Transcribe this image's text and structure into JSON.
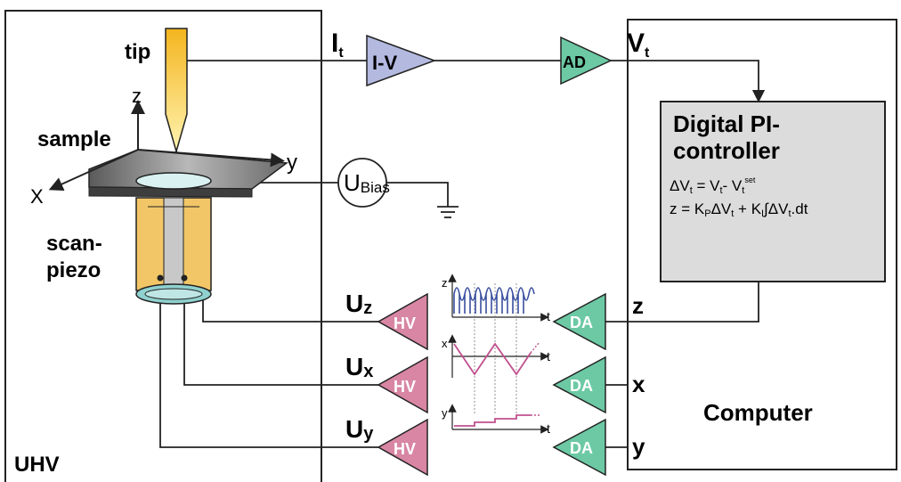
{
  "colors": {
    "line": "#222222",
    "iv_amp": "#b4b9e0",
    "green_amp": "#6cc9a4",
    "hv_amp": "#d886a3",
    "controller_bg": "#dcdcdc",
    "tip": "#f5c430",
    "piezo": "#f2c667",
    "piezo_ring": "#8fd1cf",
    "z_signal": "#3a4fa0",
    "xy_signal": "#c0508e"
  },
  "labels": {
    "tip": "tip",
    "sample": "sample",
    "axis_z": "z",
    "axis_y": "y",
    "axis_x": "X",
    "scan_piezo_1": "scan-",
    "scan_piezo_2": "piezo",
    "uhv": "UHV",
    "computer": "Computer",
    "It_main": "I",
    "It_sub": "t",
    "Vt_main": "V",
    "Vt_sub": "t",
    "iv": "I-V",
    "ad": "AD",
    "ubias_main": "U",
    "ubias_sub": "Bias",
    "uz_main": "U",
    "uz_sub": "z",
    "ux_main": "U",
    "ux_sub": "x",
    "uy_main": "U",
    "uy_sub": "y",
    "hv": "HV",
    "da": "DA",
    "out_z": "z",
    "out_x": "x",
    "out_y": "y",
    "graph_t": "t",
    "graph_z": "z",
    "graph_x": "x",
    "graph_y": "y"
  },
  "controller": {
    "title_1": "Digital PI-",
    "title_2": "controller",
    "eq1_a": "ΔV",
    "eq1_a_sub": "t",
    "eq1_b": " = V",
    "eq1_b_sub": "t",
    "eq1_c": "- V",
    "eq1_c_sub": "t",
    "eq1_c_sup": "set",
    "eq2_a": "z = K",
    "eq2_a_sub": "P",
    "eq2_b": "ΔV",
    "eq2_b_sub": "t",
    "eq2_c": " + K",
    "eq2_c_sub": "I",
    "eq2_d": "∫ΔV",
    "eq2_d_sub": "t",
    "eq2_e": ".dt"
  }
}
